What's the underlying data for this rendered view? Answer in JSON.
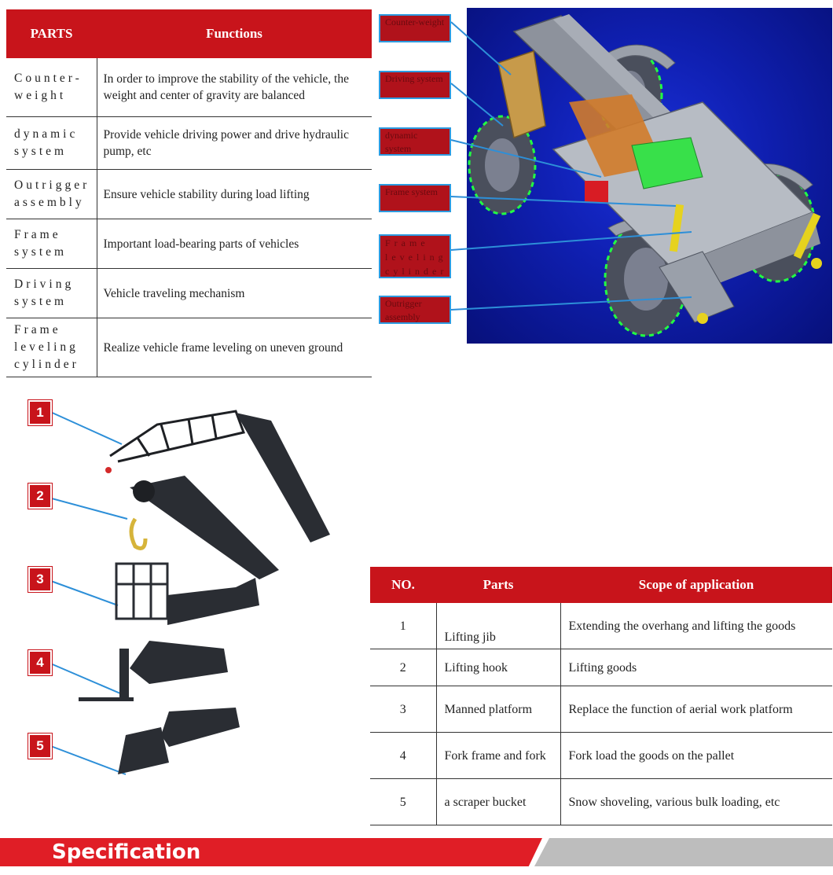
{
  "parts_table": {
    "headers": [
      "PARTS",
      "Functions"
    ],
    "rows": [
      {
        "part": "Counter-weight",
        "function": "In order to improve the stability of the vehicle, the weight and center of gravity are balanced"
      },
      {
        "part": "dynamic system",
        "function": "Provide vehicle driving power and drive hydraulic pump, etc"
      },
      {
        "part": "Outrigger assembly",
        "function": "Ensure vehicle stability during load lifting"
      },
      {
        "part": "Frame system",
        "function": "Important load-bearing parts of vehicles"
      },
      {
        "part": "Driving system",
        "function": "Vehicle traveling mechanism"
      },
      {
        "part": "Frame leveling cylinder",
        "function": "Realize vehicle frame leveling on uneven ground"
      }
    ]
  },
  "vehicle_callouts": [
    "Counter-weight",
    "Driving system",
    "dynamic system",
    "Frame system",
    "Frame leveling cylinder",
    "Outrigger assembly"
  ],
  "attachment_numbers": [
    "1",
    "2",
    "3",
    "4",
    "5"
  ],
  "application_table": {
    "headers": [
      "NO.",
      "Parts",
      "Scope of application"
    ],
    "rows": [
      {
        "no": "1",
        "part": "Lifting jib",
        "scope": "Extending the overhang and lifting the goods"
      },
      {
        "no": "2",
        "part": "Lifting hook",
        "scope": "Lifting goods"
      },
      {
        "no": "3",
        "part": "Manned platform",
        "scope": "Replace the function of aerial work platform"
      },
      {
        "no": "4",
        "part": "Fork frame and fork",
        "scope": "Fork load the goods on the pallet"
      },
      {
        "no": "5",
        "part": "a scraper bucket",
        "scope": "Snow shoveling, various bulk loading, etc"
      }
    ]
  },
  "banner": {
    "title": "Specification"
  },
  "colors": {
    "accent_red": "#c8141b",
    "banner_red": "#e01e26",
    "banner_grey": "#bdbdbd",
    "callout_border": "#2d9be0",
    "scene_blue": "#1a2fd9"
  }
}
